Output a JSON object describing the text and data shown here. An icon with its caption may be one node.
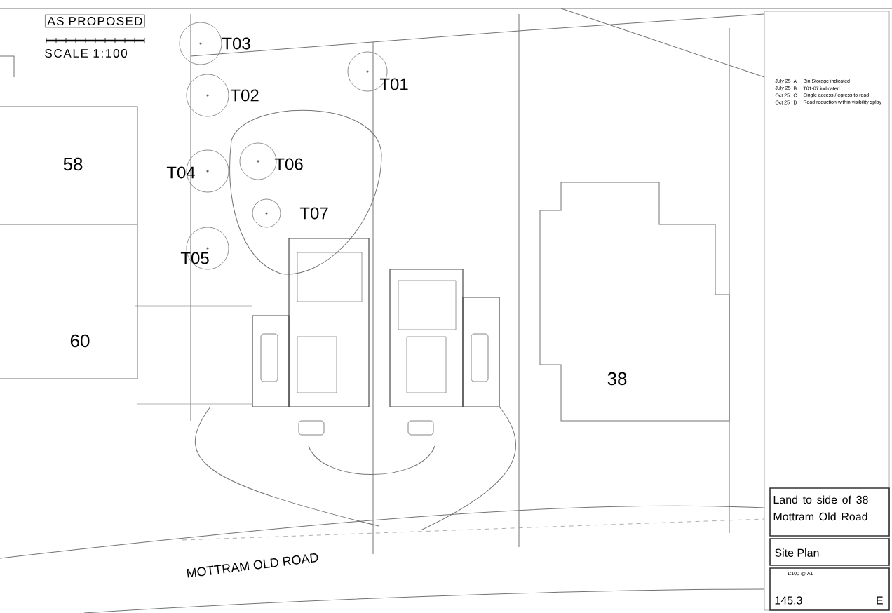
{
  "diagram": {
    "nodes": [
      {
        "text": [
          "T03"
        ]
      },
      {
        "text": [
          "T02"
        ]
      },
      {
        "text": [
          "T01"
        ]
      },
      {
        "text": [
          "T04"
        ]
      },
      {
        "text": [
          "T06"
        ]
      },
      {
        "text": [
          "T07"
        ]
      },
      {
        "text": [
          "T05"
        ]
      },
      {
        "text": [
          "AS PROPOSED"
        ]
      },
      {
        "text": [
          "Land to side of 38 Mottram Old Road"
        ]
      },
      {
        "text": [
          "Site Plan"
        ]
      },
      {
        "text": [
          "1:100 @ A1",
          "145.3",
          "E"
        ]
      }
    ],
    "labels": [
      "SCALE 1:100",
      "July 25",
      "A",
      "Bin Storage indicated",
      "July 25",
      "B",
      "T01-07 indicated",
      "Oct 25",
      "C",
      "Single access / egress to road",
      "Oct 25",
      "D",
      "Road reduction within visibility splay",
      "58",
      "60",
      "38",
      "MOTTRAM OLD ROAD"
    ]
  }
}
